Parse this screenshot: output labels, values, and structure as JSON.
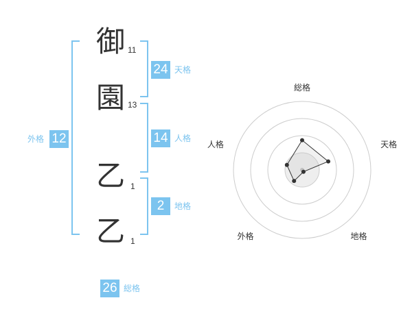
{
  "name_chars": [
    {
      "char": "御",
      "strokes": "11"
    },
    {
      "char": "園",
      "strokes": "13"
    },
    {
      "char": "乙",
      "strokes": "1"
    },
    {
      "char": "乙",
      "strokes": "1"
    }
  ],
  "scores": {
    "tenkaku": {
      "value": "24",
      "label": "天格"
    },
    "jinkaku": {
      "value": "14",
      "label": "人格"
    },
    "chikaku": {
      "value": "2",
      "label": "地格"
    },
    "gaikaku": {
      "value": "12",
      "label": "外格"
    },
    "soukaku": {
      "value": "26",
      "label": "総格"
    }
  },
  "colors": {
    "accent": "#7cc4ef",
    "text": "#333333",
    "grid": "#cccccc",
    "fill": "#eeeeee"
  },
  "chart_data": {
    "type": "radar",
    "axes": [
      "総格",
      "天格",
      "地格",
      "外格",
      "人格"
    ],
    "values": [
      26,
      24,
      2,
      12,
      14
    ],
    "max": 60,
    "rings": 4
  }
}
